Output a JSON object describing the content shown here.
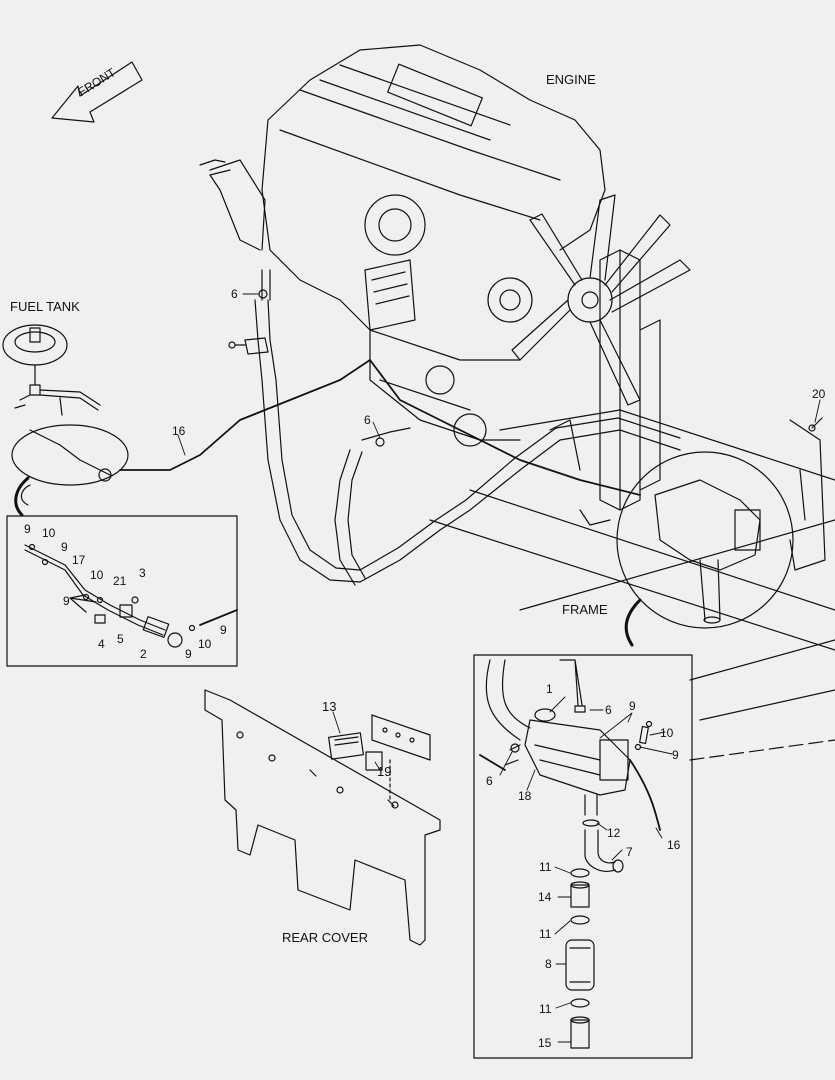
{
  "captions": {
    "engine": "ENGINE",
    "fuel_tank": "FUEL TANK",
    "frame": "FRAME",
    "rear_cover": "REAR COVER",
    "front": "FRONT"
  },
  "callouts": {
    "main_6_a": "6",
    "main_6_b": "6",
    "main_16": "16",
    "main_20": "20",
    "in1_9a": "9",
    "in1_10a": "10",
    "in1_9b": "9",
    "in1_17": "17",
    "in1_10b": "10",
    "in1_21": "21",
    "in1_3": "3",
    "in1_9c": "9",
    "in1_4": "4",
    "in1_5": "5",
    "in1_2": "2",
    "in1_9d": "9",
    "in1_10c": "10",
    "in1_9e": "9",
    "rc_13": "13",
    "rc_19": "19",
    "in2_1": "1",
    "in2_6a": "6",
    "in2_9a": "9",
    "in2_10": "10",
    "in2_9b": "9",
    "in2_6b": "6",
    "in2_18": "18",
    "in2_12": "12",
    "in2_7": "7",
    "in2_16": "16",
    "in2_11a": "11",
    "in2_14": "14",
    "in2_11b": "11",
    "in2_8": "8",
    "in2_11c": "11",
    "in2_15": "15"
  },
  "colors": {
    "line": "#111111",
    "background": "#f0f0f0"
  }
}
